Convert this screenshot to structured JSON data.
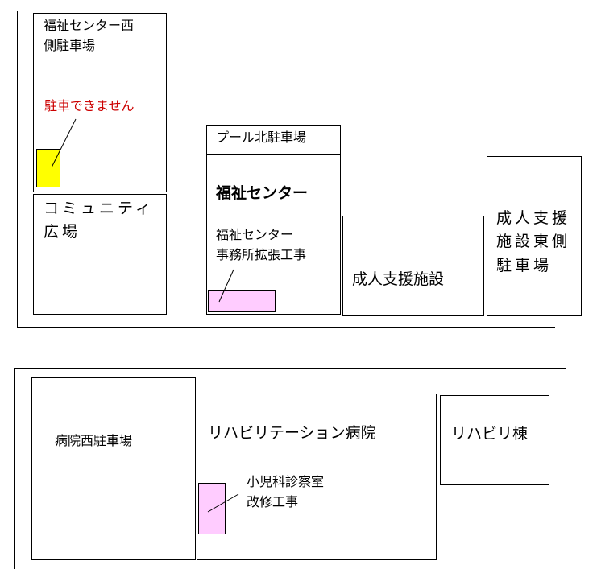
{
  "top": {
    "welfare_west_parking": "福祉センター西\n側駐車場",
    "no_parking_note": "駐車できません",
    "community_plaza": "コミュニティ\n広場",
    "pool_north_parking": "プール北駐車場",
    "welfare_center": "福祉センター",
    "office_expansion_note": "福祉センター\n事務所拡張工事",
    "adult_support": "成人支援施設",
    "adult_support_east_parking": "成人支援\n施設東側\n駐車場"
  },
  "bottom": {
    "hospital_west_parking": "病院西駐車場",
    "rehab_hospital": "リハビリテーション病院",
    "rehab_building": "リハビリ棟",
    "pediatric_note": "小児科診察室\n改修工事"
  },
  "colors": {
    "no_parking_area": "#ffff00",
    "construction_area": "#ffccff",
    "note_text": "#cc0000"
  }
}
